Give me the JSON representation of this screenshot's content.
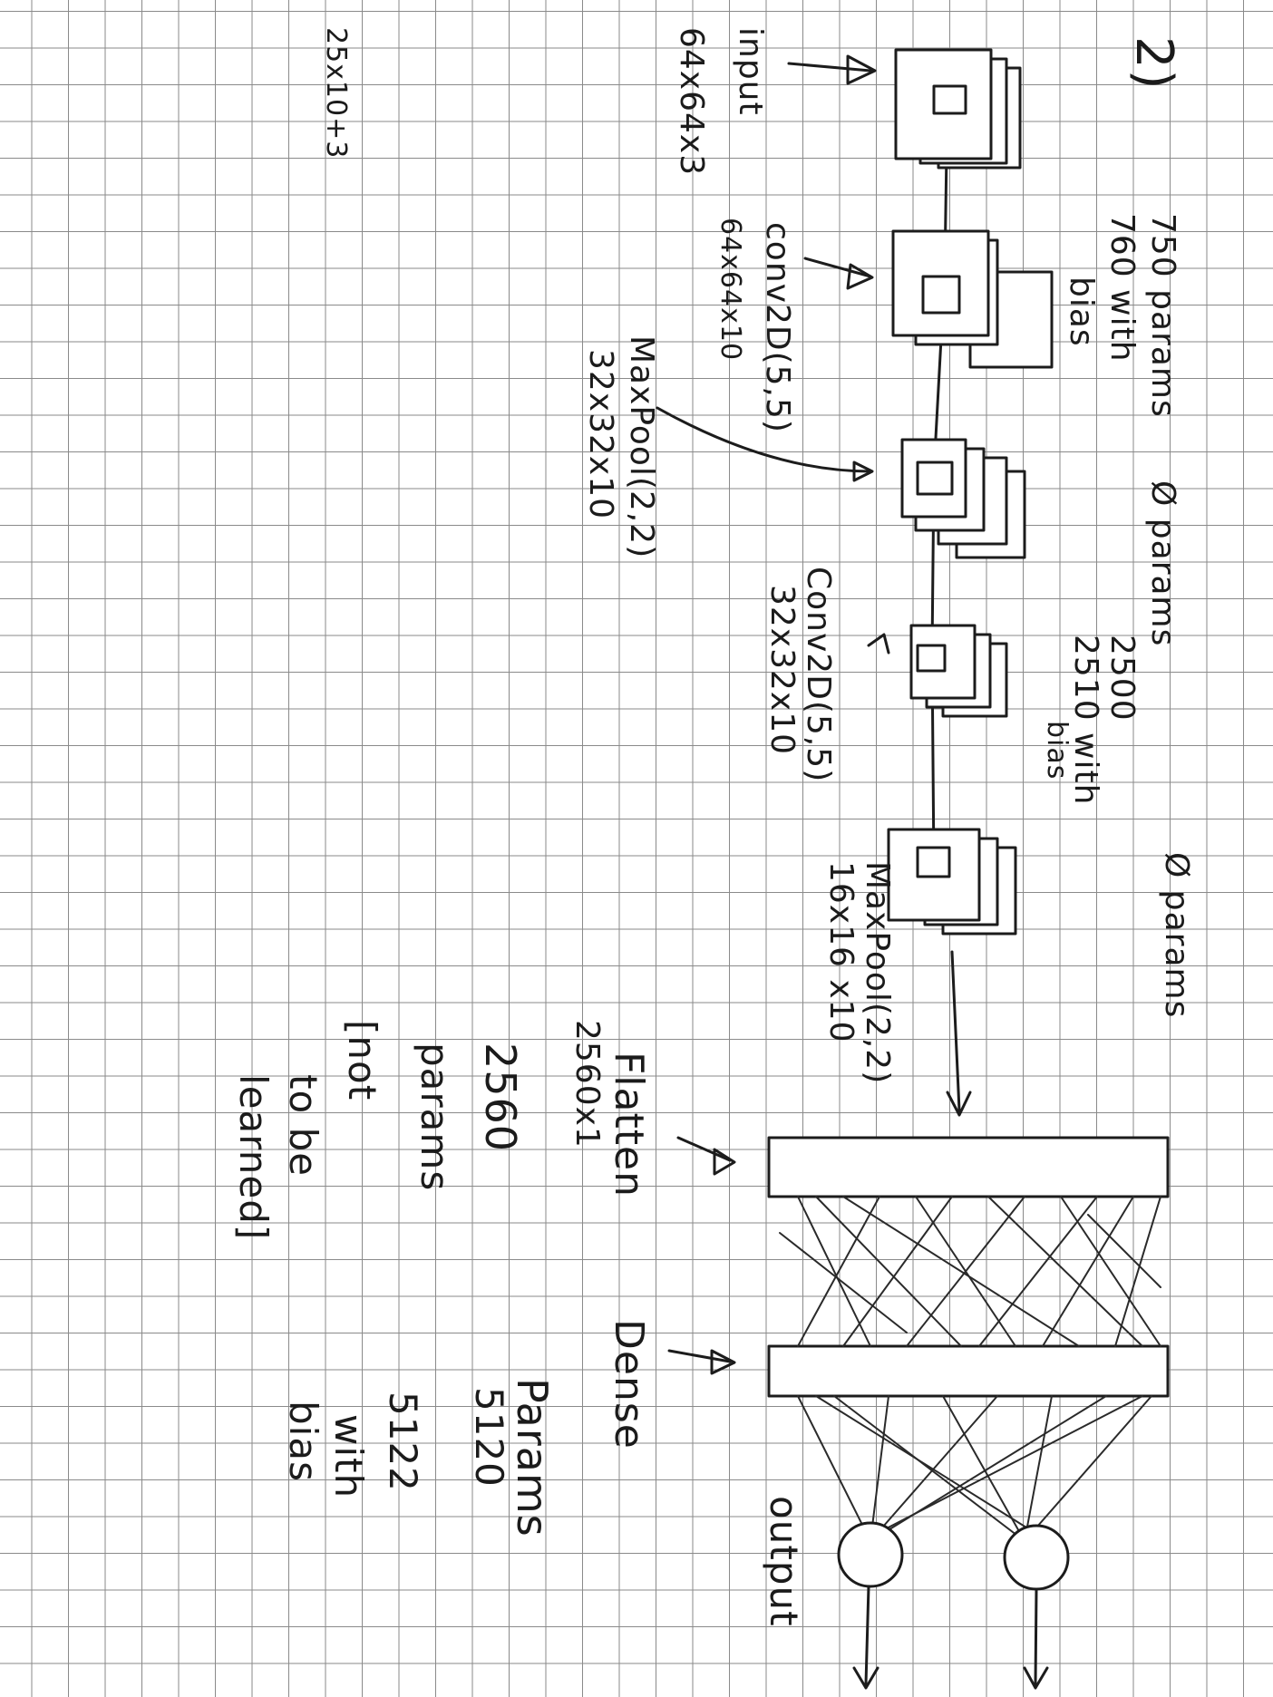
{
  "problem_number": "2)",
  "side_note": "25x10+3",
  "layers": {
    "input": {
      "name": "input",
      "shape": "64x64x3"
    },
    "conv1": {
      "name": "conv2D(5,5)",
      "shape": "64x64x10",
      "params": "750 params",
      "params_bias": "760 with",
      "params_bias2": "bias"
    },
    "pool1": {
      "name": "MaxPool(2,2)",
      "shape": "32x32x10",
      "params": "Ø params"
    },
    "conv2": {
      "name": "Conv2D(5,5)",
      "shape": "32x32x10",
      "params": "2500",
      "params_bias": "2510 with",
      "params_bias2": "bias"
    },
    "pool2": {
      "name": "MaxPool(2,2)",
      "shape": "16x16 x10",
      "params": "Ø params"
    },
    "flatten": {
      "name": "Flatten",
      "shape": "2560x1",
      "l1": "2560",
      "l2": "params",
      "l3": "[not",
      "l4": "to be",
      "l5": "learned]"
    },
    "dense": {
      "name": "Dense",
      "p1": "Params",
      "p2": "5120",
      "p3": "5122",
      "p4": "with",
      "p5": "bias"
    },
    "output": {
      "name": "output"
    }
  },
  "colors": {
    "ink": "#1c1c1c",
    "grid": "#8a8a8a",
    "paper": "#ffffff"
  }
}
